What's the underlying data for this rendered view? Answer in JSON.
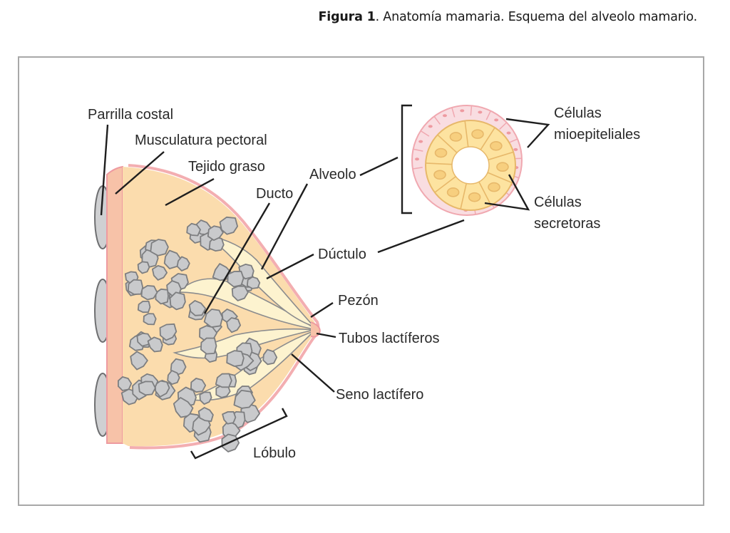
{
  "caption": {
    "label": "Figura 1",
    "text": ". Anatomía mamaria. Esquema del alveolo mamario."
  },
  "labels": {
    "parrilla_costal": "Parrilla costal",
    "musculatura_pectoral": "Musculatura pectoral",
    "tejido_graso": "Tejido graso",
    "ducto": "Ducto",
    "alveolo": "Alveolo",
    "ductulo": "Dúctulo",
    "pezon": "Pezón",
    "tubos_lactiferos": "Tubos lactíferos",
    "seno_lactifero": "Seno lactífero",
    "lobulo": "Lóbulo",
    "celulas_mioepiteliales_1": "Células",
    "celulas_mioepiteliales_2": "mioepiteliales",
    "celulas_secretoras_1": "Células",
    "celulas_secretoras_2": "secretoras"
  },
  "colors": {
    "fat": "#fbdcad",
    "skin": "#f3aeb1",
    "muscle": "#f7c2a8",
    "lobule": "#c9cacc",
    "lobule_stroke": "#7d7e80",
    "duct": "#fdf3cf",
    "myo_cells": "#f9dde1",
    "secretory_cells": "#fde3a0",
    "rib": "#cfd0d2",
    "frame": "#a8a8a8"
  }
}
